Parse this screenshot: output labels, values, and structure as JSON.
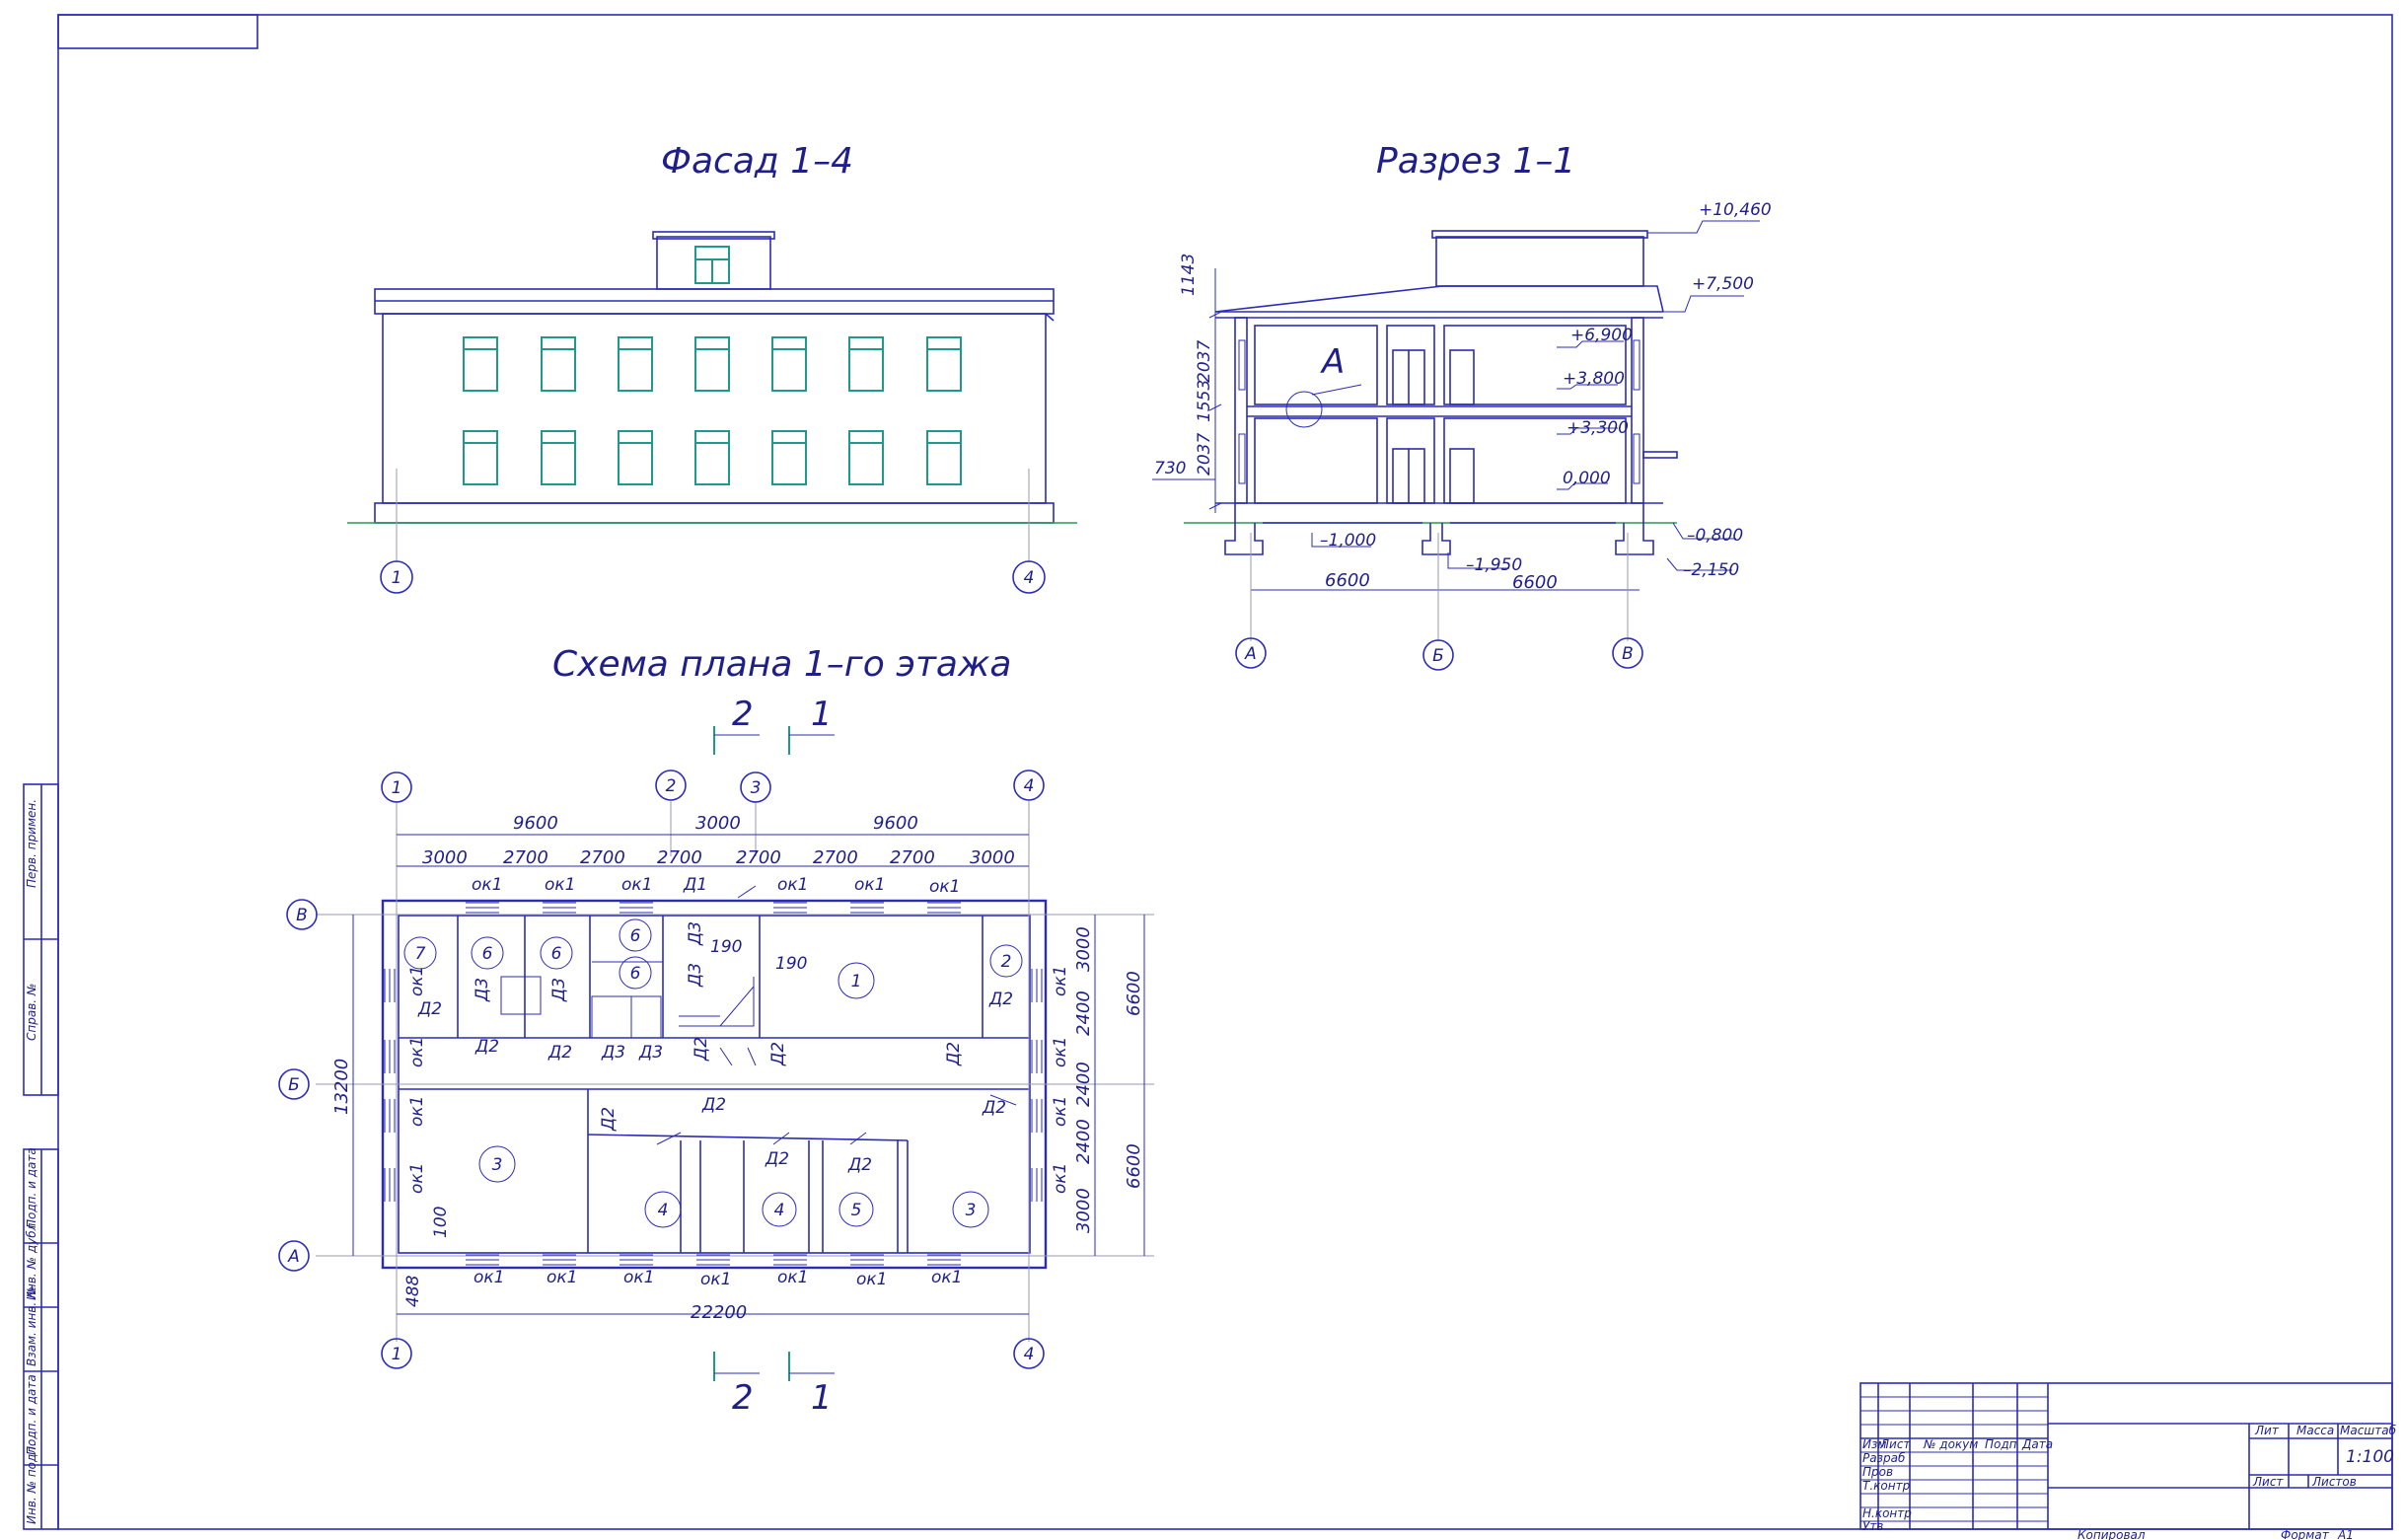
{
  "facade": {
    "title": "Фасад 1–4",
    "axes": [
      "1",
      "4"
    ]
  },
  "section": {
    "title": "Разрез 1–1",
    "marks": [
      "+10,460",
      "+7,500",
      "+6,900",
      "+3,800",
      "+3,300",
      "0,000",
      "–1,000",
      "–1,950",
      "–0,800",
      "–2,150"
    ],
    "left_dims": [
      "1143",
      "2037",
      "1553",
      "2037",
      "730"
    ],
    "letter": "А",
    "bottom_dims": [
      "6600",
      "6600"
    ],
    "axes": [
      "А",
      "Б",
      "В"
    ]
  },
  "plan": {
    "title": "Схема плана 1–го этажа",
    "cut_labels": [
      "2",
      "1"
    ],
    "col_axes": [
      "1",
      "2",
      "3",
      "4"
    ],
    "row_axes": [
      "В",
      "Б",
      "А"
    ],
    "top_dims_outer": [
      "9600",
      "3000",
      "9600"
    ],
    "top_dims_inner": [
      "3000",
      "2700",
      "2700",
      "2700",
      "2700",
      "2700",
      "2700",
      "3000"
    ],
    "right_dims": [
      "3000",
      "2400",
      "2400",
      "2400",
      "3000"
    ],
    "right_dims_outer": [
      "6600",
      "6600"
    ],
    "left_dim": "13200",
    "bottom_dim": "22200",
    "small_dims": [
      "488",
      "100",
      "190",
      "190"
    ],
    "window_label": "ок1",
    "door_labels": [
      "Д1",
      "Д2",
      "Д3"
    ],
    "rooms": [
      "7",
      "6",
      "6",
      "6",
      "6",
      "1",
      "2",
      "3",
      "4",
      "4",
      "5",
      "3"
    ]
  },
  "side_stamp": [
    "Перв. примен.",
    "Справ. №",
    "Подп. и дата",
    "Инв. № дубл.",
    "Взам. инв. №",
    "Подп. и дата",
    "Инв. № подл."
  ],
  "title_block": {
    "hdr": [
      "Изм",
      "Лист",
      "№ докум",
      "Подп",
      "Дата"
    ],
    "rows": [
      "Разраб",
      "Пров",
      "Т.контр",
      "Н.контр",
      "Утв"
    ],
    "cols": [
      "Лит",
      "Масса",
      "Масштаб"
    ],
    "scale": "1:100",
    "sheet": "Лист",
    "sheets": "Листов"
  },
  "footer": {
    "copied": "Копировал",
    "format_label": "Формат",
    "format": "А1"
  }
}
